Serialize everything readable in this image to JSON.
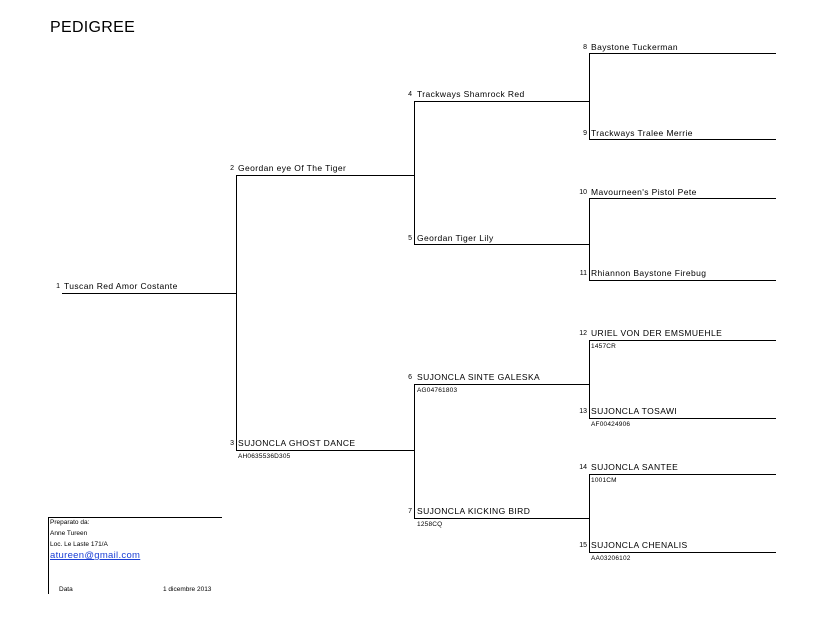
{
  "title": "PEDIGREE",
  "subject": {
    "num": "1",
    "name": "Tuscan Red Amor Costante"
  },
  "parents": [
    {
      "num": "2",
      "name": "Geordan eye Of The Tiger",
      "reg": ""
    },
    {
      "num": "3",
      "name": "SUJONCLA GHOST DANCE",
      "reg": "AH0635536D305"
    }
  ],
  "grandparents": [
    {
      "num": "4",
      "name": "Trackways Shamrock Red",
      "reg": ""
    },
    {
      "num": "5",
      "name": "Geordan Tiger Lily",
      "reg": ""
    },
    {
      "num": "6",
      "name": "SUJONCLA SINTE GALESKA",
      "reg": "AG04761803"
    },
    {
      "num": "7",
      "name": "SUJONCLA KICKING BIRD",
      "reg": "1258CQ"
    }
  ],
  "great_grandparents": [
    {
      "num": "8",
      "name": "Baystone Tuckerman",
      "reg": ""
    },
    {
      "num": "9",
      "name": "Trackways Tralee Merrie",
      "reg": ""
    },
    {
      "num": "10",
      "name": "Mavourneen's Pistol Pete",
      "reg": ""
    },
    {
      "num": "11",
      "name": "Rhiannon Baystone Firebug",
      "reg": ""
    },
    {
      "num": "12",
      "name": "URIEL VON DER EMSMUEHLE",
      "reg": "1457CR"
    },
    {
      "num": "13",
      "name": "SUJONCLA TOSAWI",
      "reg": "AF00424906"
    },
    {
      "num": "14",
      "name": "SUJONCLA SANTEE",
      "reg": "1001CM"
    },
    {
      "num": "15",
      "name": "SUJONCLA CHENALIS",
      "reg": "AA03206102"
    }
  ],
  "footer": {
    "prepared_by_label": "Preparato da:",
    "prepared_by_name": "Anne Tureen",
    "address": "Loc. Le Laste 171/A",
    "email": "atureen@gmail.com",
    "date_label": "Data",
    "date_value": "1 dicembre 2013"
  }
}
